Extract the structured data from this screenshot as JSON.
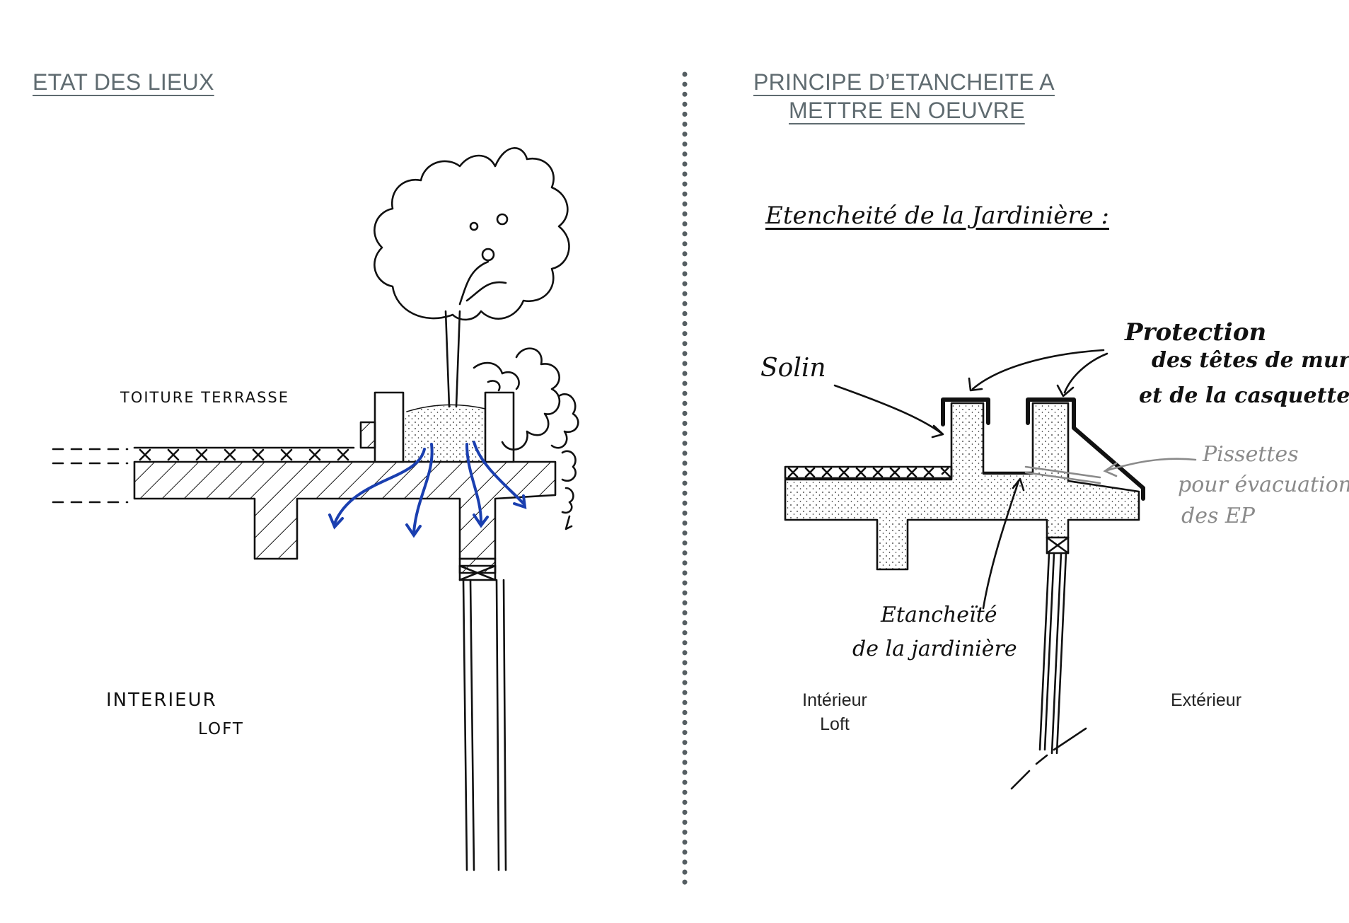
{
  "left_panel": {
    "title": "ETAT DES LIEUX",
    "label_roof": "TOITURE TERRASSE",
    "label_interior_line1": "INTERIEUR",
    "label_interior_line2": "LOFT"
  },
  "right_panel": {
    "title_line1": "PRINCIPE D’ETANCHEITE A",
    "title_line2": "METTRE EN OEUVRE",
    "subtitle": "Etencheité de la Jardinière :",
    "label_solin": "Solin",
    "label_protection_line1": "Protection",
    "label_protection_line2": "des têtes de murs",
    "label_protection_line3": "et de la casquette",
    "label_pissettes_line1": "Pissettes",
    "label_pissettes_line2": "pour évacuation",
    "label_pissettes_line3": "des EP",
    "label_etancheite_line1": "Etancheïté",
    "label_etancheite_line2": "de la jardinière",
    "label_interieur_line1": "Intérieur",
    "label_interieur_line2": "Loft",
    "label_exterieur": "Extérieur"
  },
  "colors": {
    "heading": "#5f6b70",
    "ink": "#111111",
    "water_arrows": "#1a3fb0",
    "pissettes": "#8a8a8a",
    "divider": "#555e62"
  }
}
